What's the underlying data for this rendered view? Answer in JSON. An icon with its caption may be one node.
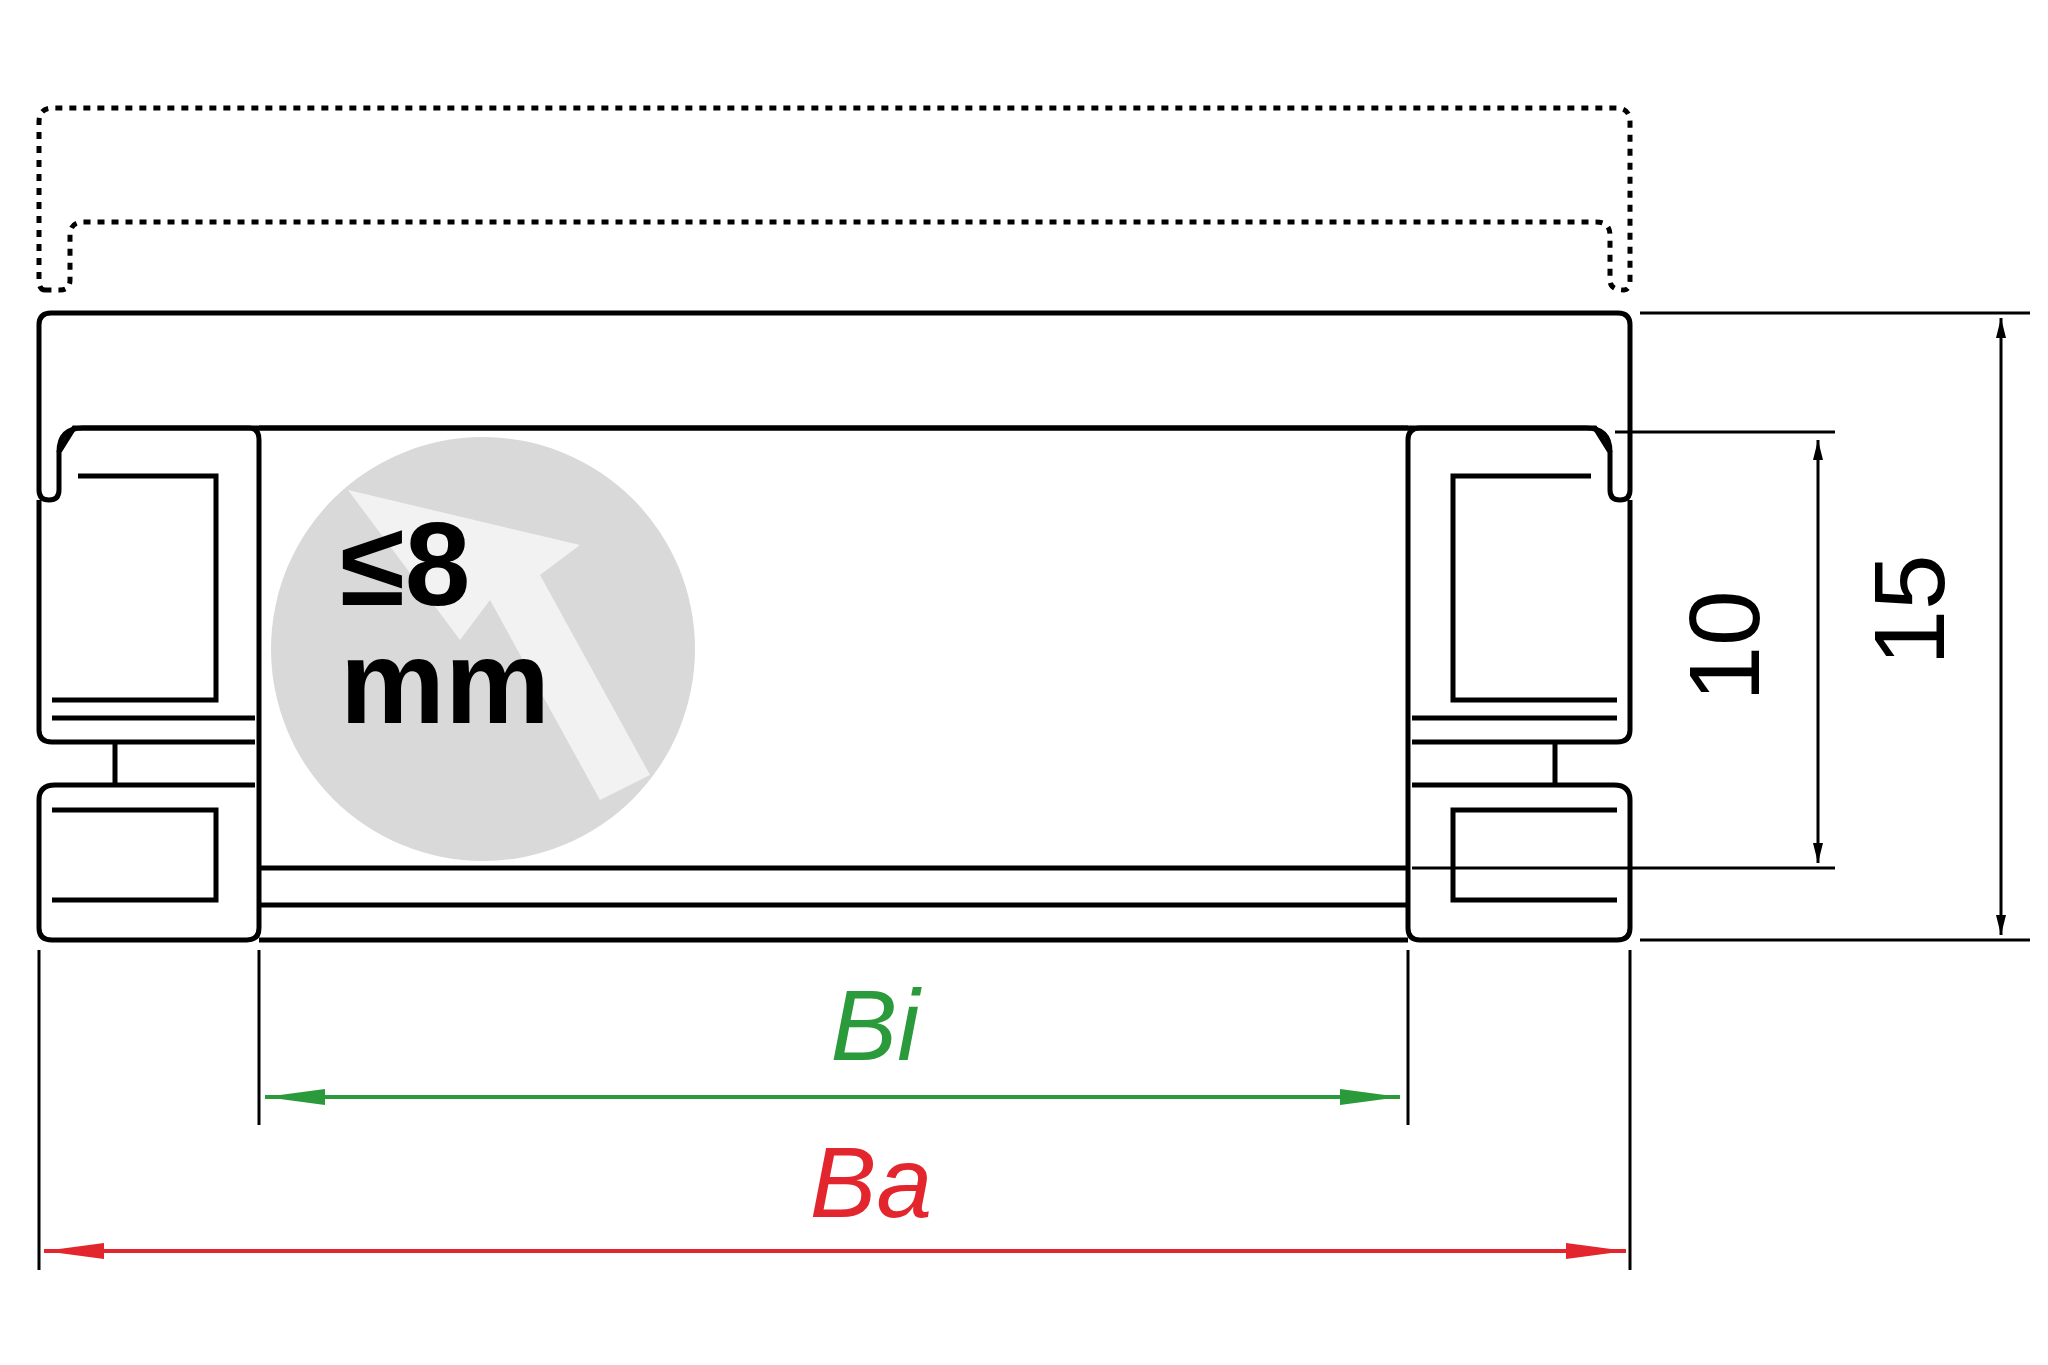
{
  "diagram": {
    "labels": [
      "≤8 mm",
      "10",
      "15",
      "Bi",
      "Ba"
    ]
  }
}
